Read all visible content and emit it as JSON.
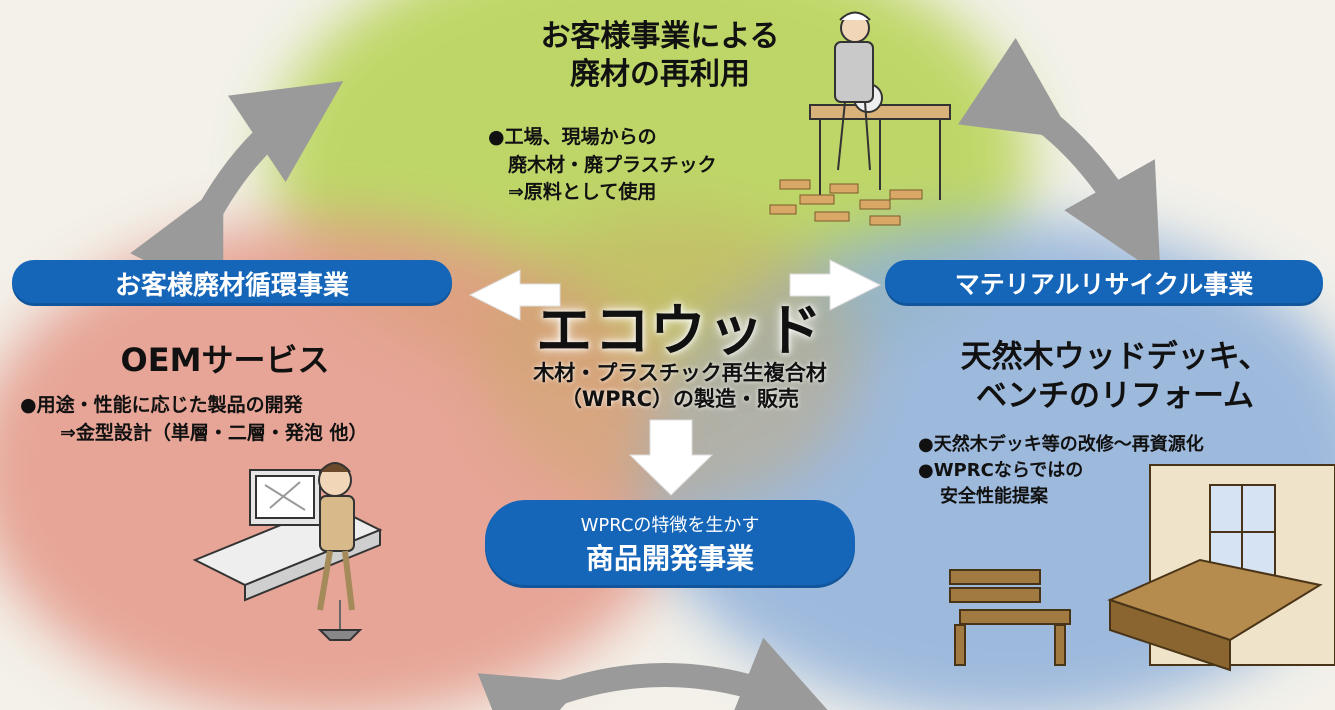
{
  "top": {
    "title_line1": "お客様事業による",
    "title_line2": "廃材の再利用",
    "bullet_line1": "●工場、現場からの",
    "bullet_line2": "廃木材・廃プラスチック",
    "bullet_line3": "⇒原料として使用"
  },
  "left": {
    "pill_label": "お客様廃材循環事業",
    "title": "OEMサービス",
    "bullet_line1": "●用途・性能に応じた製品の開発",
    "bullet_line2": "⇒金型設計（単層・二層・発泡 他）"
  },
  "right": {
    "pill_label": "マテリアルリサイクル事業",
    "title_line1": "天然木ウッドデッキ、",
    "title_line2": "ベンチのリフォーム",
    "bullet_line1": "●天然木デッキ等の改修～再資源化",
    "bullet_line2": "●WPRCならではの",
    "bullet_line3": "安全性能提案"
  },
  "center": {
    "title": "エコウッド",
    "subtitle_line1": "木材・プラスチック再生複合材",
    "subtitle_line2": "（WPRC）の製造・販売"
  },
  "bottom": {
    "pill_line1": "WPRCの特徴を生かす",
    "pill_line2": "商品開発事業"
  },
  "colors": {
    "pill_blue": "#1565b8",
    "green_blob": "#b9d45a",
    "red_blob": "#e49888",
    "blue_blob": "#8fb0da",
    "arrow_gray": "#9a9a9a"
  }
}
